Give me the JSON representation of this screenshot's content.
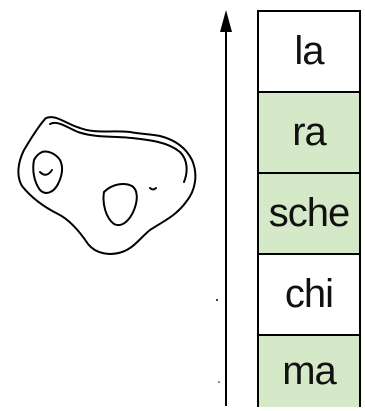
{
  "syllables": [
    {
      "text": "la",
      "highlighted": false
    },
    {
      "text": "ra",
      "highlighted": true
    },
    {
      "text": "sche",
      "highlighted": true
    },
    {
      "text": "chi",
      "highlighted": false
    },
    {
      "text": "ma",
      "highlighted": true
    }
  ],
  "colors": {
    "highlight": "#d5e9c8",
    "plain": "#ffffff",
    "ink": "#000000"
  },
  "icons": {
    "drawing": "mask-sketch",
    "arrow": "up-arrow"
  }
}
